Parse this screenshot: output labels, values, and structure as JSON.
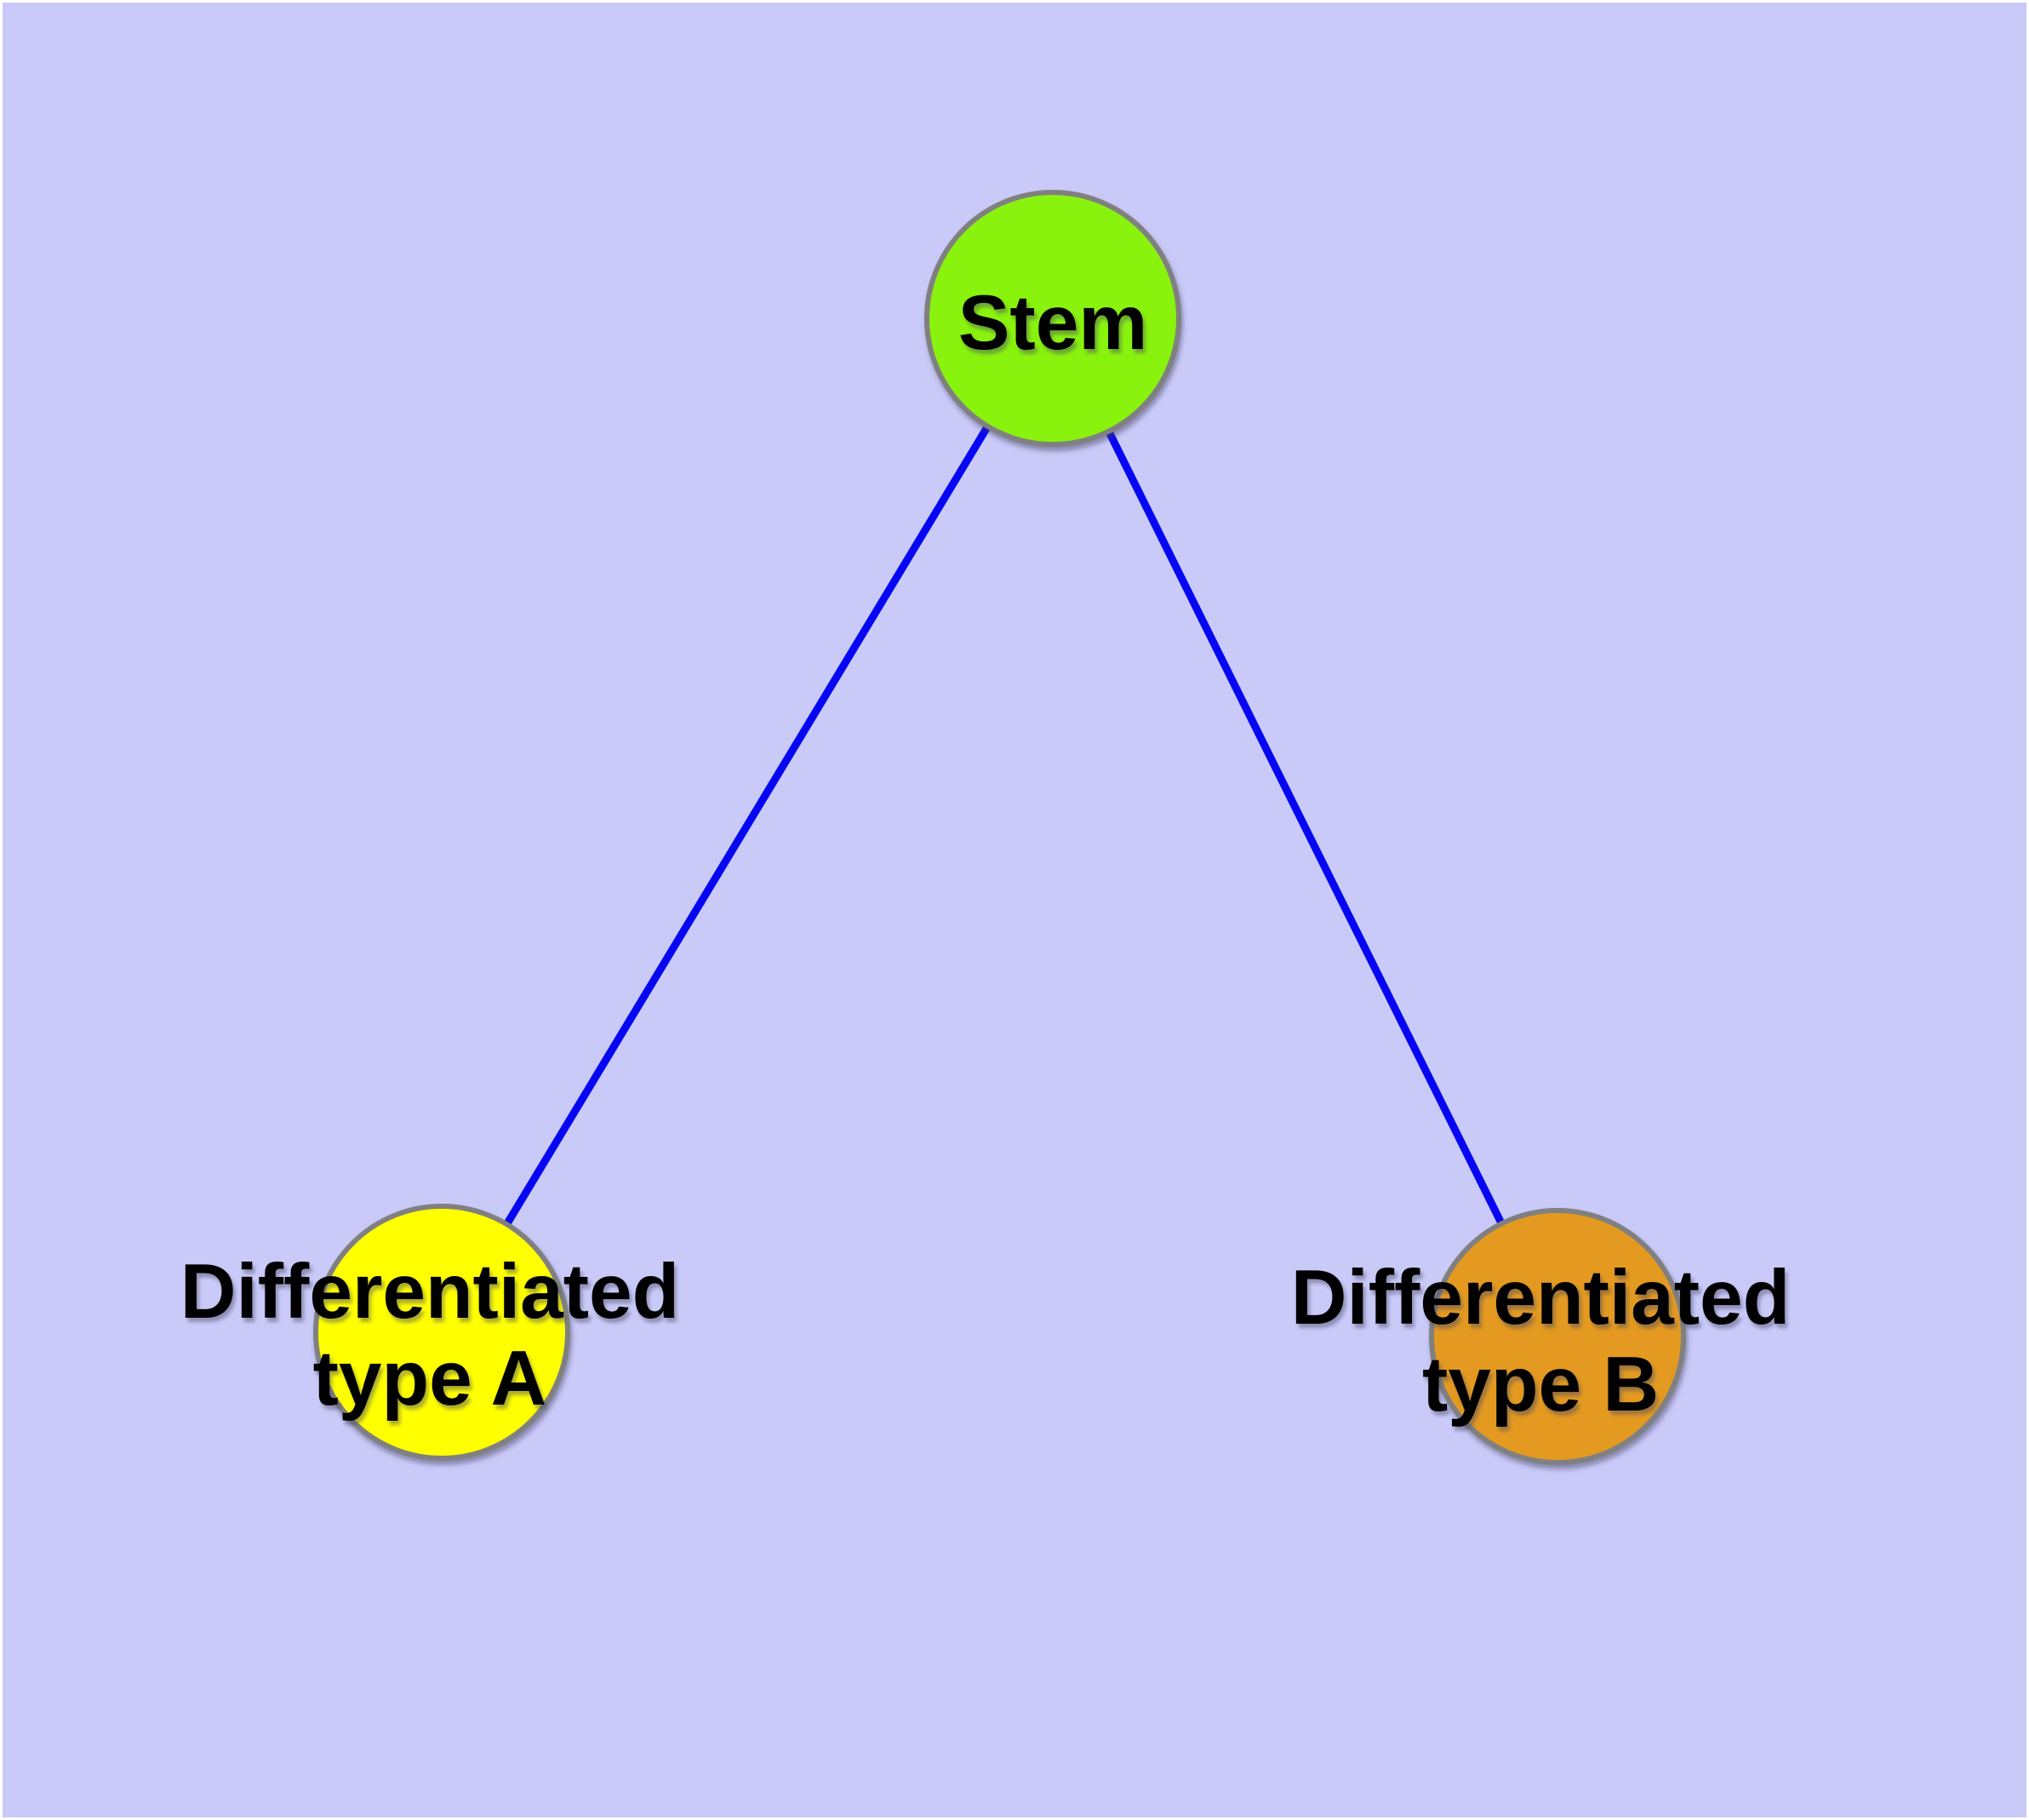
{
  "diagram": {
    "type": "node-link-graph",
    "background_color": "#C9CAF8",
    "frame_color": "#FFFFFF",
    "edge_color": "#0606F2",
    "node_border_color": "#808080",
    "label_color": "#000000",
    "nodes": [
      {
        "id": "stem",
        "label": "Stem",
        "line1": "Stem",
        "fill": "#89F30D"
      },
      {
        "id": "differentiated-type-a",
        "label": "Differentiated type A",
        "line1": "Differentiated",
        "line2": "type A",
        "fill": "#FFFF00"
      },
      {
        "id": "differentiated-type-b",
        "label": "Differentiated type B",
        "line1": "Differentiated",
        "line2": "type B",
        "fill": "#E49A20"
      }
    ],
    "edges": [
      {
        "from": "Stem",
        "to": "Differentiated type A"
      },
      {
        "from": "Stem",
        "to": "Differentiated type B"
      }
    ]
  }
}
